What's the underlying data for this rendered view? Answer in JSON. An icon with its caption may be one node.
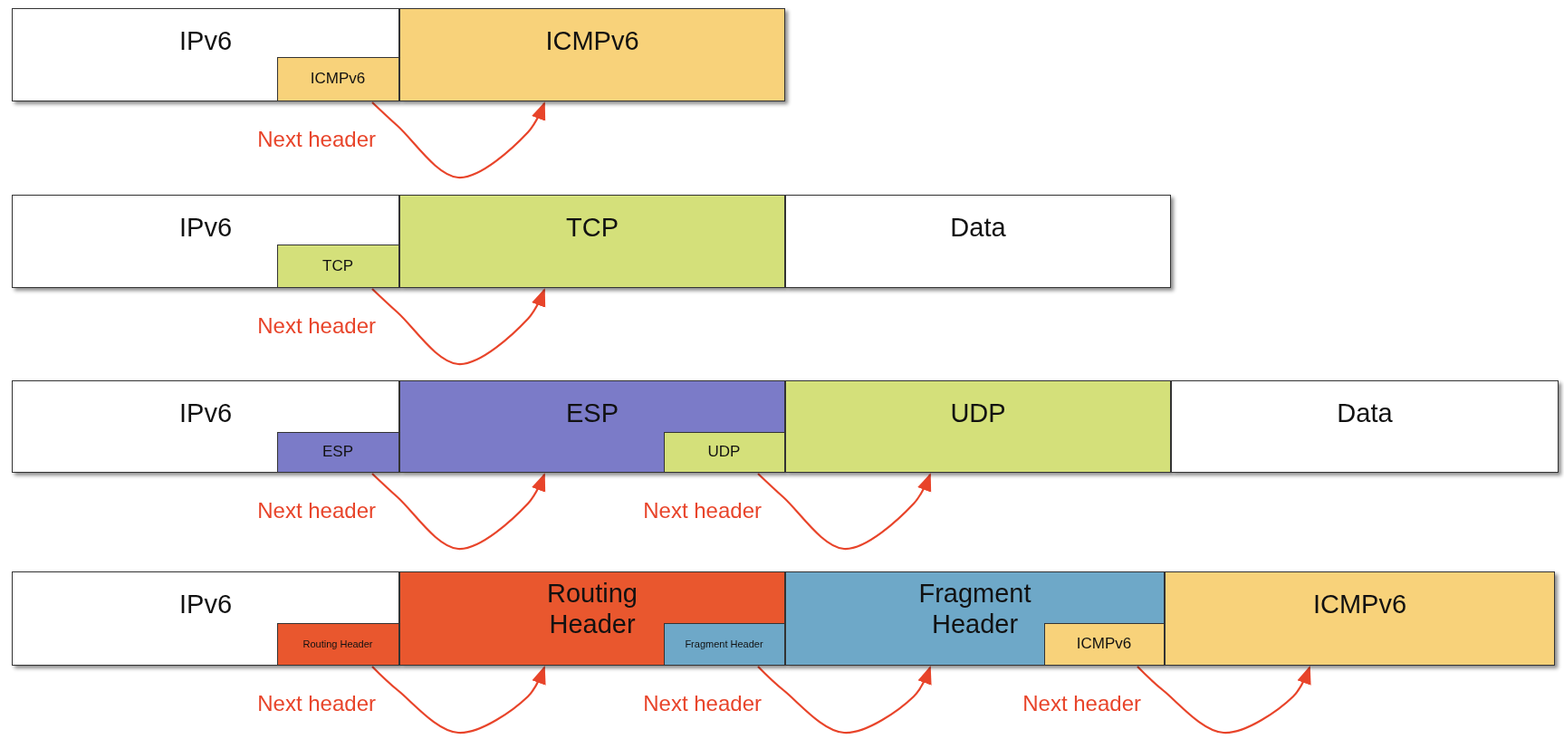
{
  "diagram": {
    "nodes": [
      {
        "text": [
          "IPv6"
        ]
      },
      {
        "text": [
          "ICMPv6"
        ],
        "in": 0
      },
      {
        "text": [
          "ICMPv6"
        ]
      },
      {
        "text": [
          "IPv6"
        ]
      },
      {
        "text": [
          "TCP"
        ],
        "in": 3
      },
      {
        "text": [
          "TCP"
        ]
      },
      {
        "text": [
          "Data"
        ]
      },
      {
        "text": [
          "IPv6"
        ]
      },
      {
        "text": [
          "ESP"
        ],
        "in": 7
      },
      {
        "text": [
          "ESP"
        ]
      },
      {
        "text": [
          "UDP"
        ],
        "in": 9
      },
      {
        "text": [
          "UDP"
        ]
      },
      {
        "text": [
          "Data"
        ]
      },
      {
        "text": [
          "IPv6"
        ]
      },
      {
        "text": [
          "Routing Header"
        ],
        "in": 13
      },
      {
        "text": [
          "Routing Header"
        ]
      },
      {
        "text": [
          "Fragment Header"
        ],
        "in": 15
      },
      {
        "text": [
          "Fragment Header"
        ]
      },
      {
        "text": [
          "ICMPv6"
        ],
        "in": 17
      },
      {
        "text": [
          "ICMPv6"
        ]
      }
    ],
    "edges": [
      {
        "from": 1,
        "to": 2,
        "arrow": "to",
        "label": "Next header"
      },
      {
        "from": 4,
        "to": 5,
        "arrow": "to",
        "label": "Next header"
      },
      {
        "from": 8,
        "to": 9,
        "arrow": "to",
        "label": "Next header"
      },
      {
        "from": 10,
        "to": 11,
        "arrow": "to",
        "label": "Next header"
      },
      {
        "from": 14,
        "to": 15,
        "arrow": "to",
        "label": "Next header"
      },
      {
        "from": 16,
        "to": 17,
        "arrow": "to",
        "label": "Next header"
      },
      {
        "from": 18,
        "to": 19,
        "arrow": "to",
        "label": "Next header"
      }
    ]
  }
}
